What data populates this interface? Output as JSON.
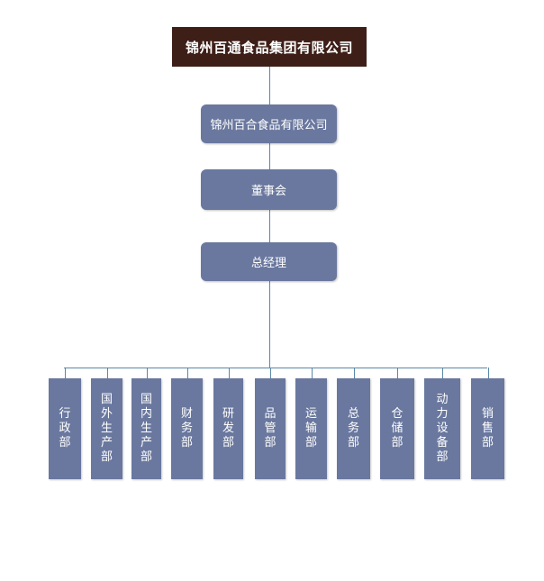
{
  "org_chart": {
    "root": "锦州百通食品集团有限公司",
    "levels": [
      "锦州百合食品有限公司",
      "董事会",
      "总经理"
    ],
    "departments": [
      "行政部",
      "国外生产部",
      "国内生产部",
      "财务部",
      "研发部",
      "品管部",
      "运输部",
      "总务部",
      "仓储部",
      "动力设备部",
      "销售部"
    ]
  }
}
